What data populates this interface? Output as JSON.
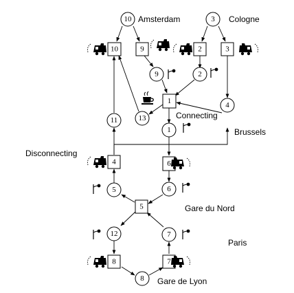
{
  "labels": {
    "amsterdam": "Amsterdam",
    "cologne": "Cologne",
    "connecting": "Connecting",
    "brussels": "Brussels",
    "disconnecting": "Disconnecting",
    "gare_du_nord": "Gare du Nord",
    "paris": "Paris",
    "gare_de_lyon": "Gare de Lyon"
  },
  "places": [
    {
      "id": "p10",
      "label": "10"
    },
    {
      "id": "p3",
      "label": "3"
    },
    {
      "id": "p9",
      "label": "9"
    },
    {
      "id": "p2",
      "label": "2"
    },
    {
      "id": "p13",
      "label": "13"
    },
    {
      "id": "p11",
      "label": "11"
    },
    {
      "id": "p4",
      "label": "4"
    },
    {
      "id": "p1",
      "label": "1"
    },
    {
      "id": "p5",
      "label": "5"
    },
    {
      "id": "p6",
      "label": "6"
    },
    {
      "id": "p12",
      "label": "12"
    },
    {
      "id": "p7",
      "label": "7"
    },
    {
      "id": "p8",
      "label": "8"
    }
  ],
  "transitions": [
    {
      "id": "t10",
      "label": "10"
    },
    {
      "id": "t9",
      "label": "9"
    },
    {
      "id": "t2",
      "label": "2"
    },
    {
      "id": "t3",
      "label": "3"
    },
    {
      "id": "t1",
      "label": "1"
    },
    {
      "id": "t4",
      "label": "4"
    },
    {
      "id": "t6",
      "label": "6"
    },
    {
      "id": "t5",
      "label": "5"
    },
    {
      "id": "t8",
      "label": "8"
    },
    {
      "id": "t7",
      "label": "7"
    }
  ],
  "icons": {
    "train": "train-icon",
    "flag": "signal-flag-icon",
    "coffee": "coffee-cup-icon"
  }
}
